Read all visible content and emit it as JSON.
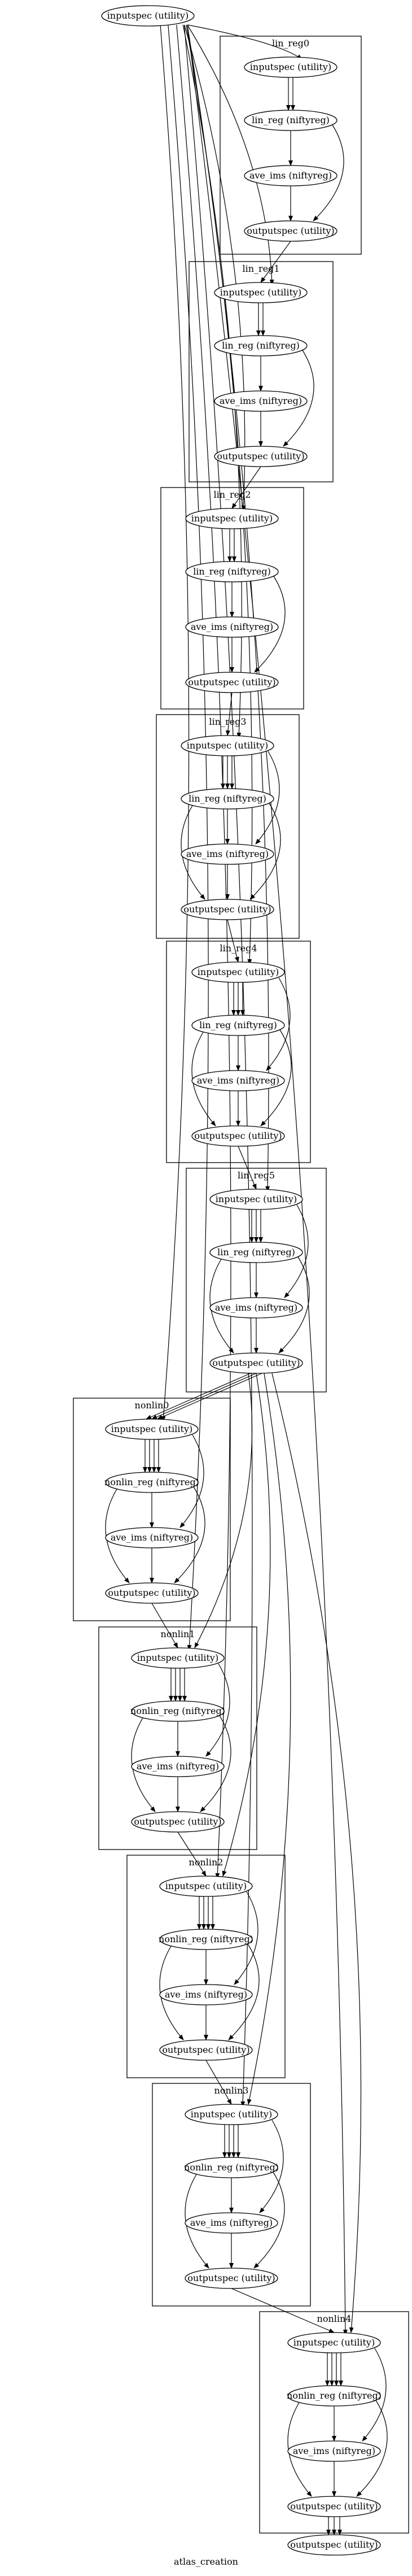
{
  "caption": "atlas_creation",
  "top_node_label": "inputspec (utility)",
  "final_node_label": "outputspec (utility)",
  "clusters": [
    {
      "name": "lin_reg0",
      "nodes": [
        "inputspec (utility)",
        "lin_reg (niftyreg)",
        "ave_ims (niftyreg)",
        "outputspec (utility)"
      ]
    },
    {
      "name": "lin_reg1",
      "nodes": [
        "inputspec (utility)",
        "lin_reg (niftyreg)",
        "ave_ims (niftyreg)",
        "outputspec (utility)"
      ]
    },
    {
      "name": "lin_reg2",
      "nodes": [
        "inputspec (utility)",
        "lin_reg (niftyreg)",
        "ave_ims (niftyreg)",
        "outputspec (utility)"
      ]
    },
    {
      "name": "lin_reg3",
      "nodes": [
        "inputspec (utility)",
        "lin_reg (niftyreg)",
        "ave_ims (niftyreg)",
        "outputspec (utility)"
      ]
    },
    {
      "name": "lin_reg4",
      "nodes": [
        "inputspec (utility)",
        "lin_reg (niftyreg)",
        "ave_ims (niftyreg)",
        "outputspec (utility)"
      ]
    },
    {
      "name": "lin_reg5",
      "nodes": [
        "inputspec (utility)",
        "lin_reg (niftyreg)",
        "ave_ims (niftyreg)",
        "outputspec (utility)"
      ]
    },
    {
      "name": "nonlin0",
      "nodes": [
        "inputspec (utility)",
        "nonlin_reg (niftyreg)",
        "ave_ims (niftyreg)",
        "outputspec (utility)"
      ]
    },
    {
      "name": "nonlin1",
      "nodes": [
        "inputspec (utility)",
        "nonlin_reg (niftyreg)",
        "ave_ims (niftyreg)",
        "outputspec (utility)"
      ]
    },
    {
      "name": "nonlin2",
      "nodes": [
        "inputspec (utility)",
        "nonlin_reg (niftyreg)",
        "ave_ims (niftyreg)",
        "outputspec (utility)"
      ]
    },
    {
      "name": "nonlin3",
      "nodes": [
        "inputspec (utility)",
        "nonlin_reg (niftyreg)",
        "ave_ims (niftyreg)",
        "outputspec (utility)"
      ]
    },
    {
      "name": "nonlin4",
      "nodes": [
        "inputspec (utility)",
        "nonlin_reg (niftyreg)",
        "ave_ims (niftyreg)",
        "outputspec (utility)"
      ]
    }
  ]
}
